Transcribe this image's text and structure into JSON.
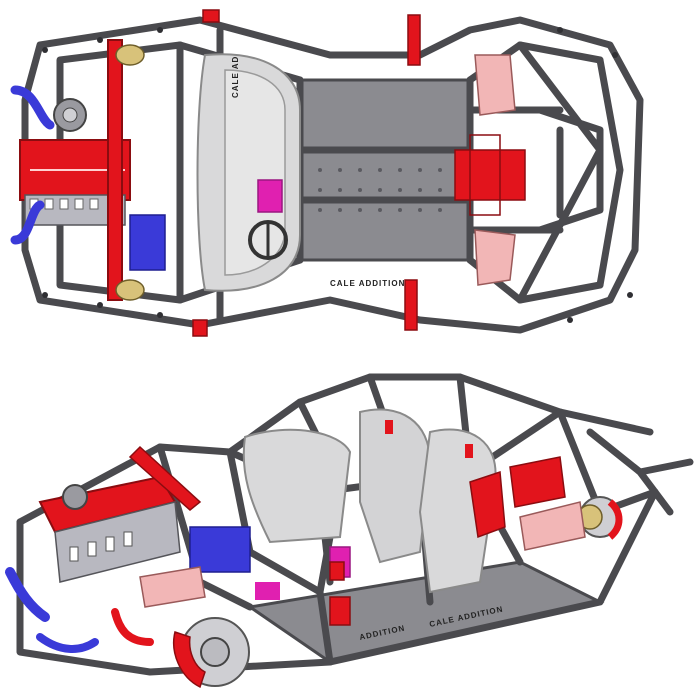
{
  "figure": {
    "top_view": {
      "decal_text_1": "CALE AD",
      "decal_text_2": "CALE ADDITION"
    },
    "iso_view": {
      "decal_text_1": "ADDITION",
      "decal_text_2": "CALE ADDITION"
    }
  },
  "colors": {
    "frame": "#4a4a4e",
    "frame_fill": "#7a7a80",
    "red_parts": "#e2141c",
    "pink_parts": "#f2b6b6",
    "blue_parts": "#3a3ad8",
    "magenta_parts": "#e020b0",
    "seat": "#dcdcdc",
    "brass_hub": "#d8c27a",
    "background": "#ffffff"
  }
}
